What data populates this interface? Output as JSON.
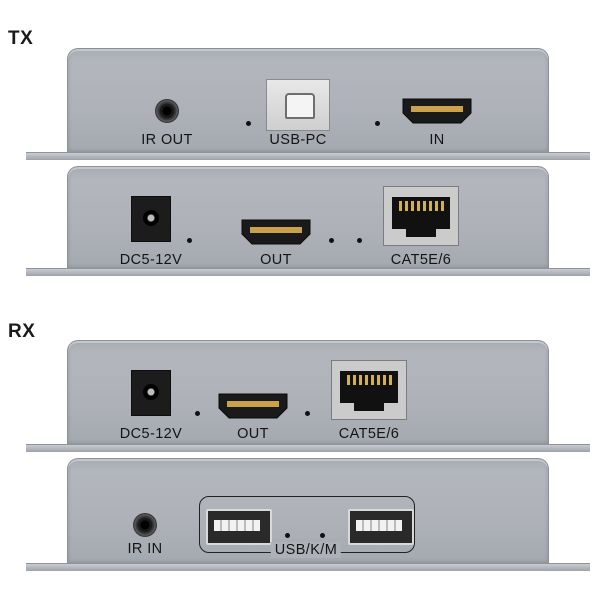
{
  "tx": {
    "title": "TX",
    "top_panel": {
      "ir_out": "IR OUT",
      "usb_pc": "USB-PC",
      "in": "IN"
    },
    "bottom_panel": {
      "dc": "DC5-12V",
      "out": "OUT",
      "cat": "CAT5E/6"
    }
  },
  "rx": {
    "title": "RX",
    "top_panel": {
      "dc": "DC5-12V",
      "out": "OUT",
      "cat": "CAT5E/6"
    },
    "bottom_panel": {
      "ir_in": "IR IN",
      "usb": "USB/K/M"
    }
  },
  "colors": {
    "panel": "#aeb2b8",
    "flange": "#b8bcc2",
    "label": "#141414"
  },
  "icons": [
    "audio-jack-icon",
    "dc-barrel-jack-icon",
    "hdmi-port-icon",
    "usb-b-port-icon",
    "rj45-port-icon",
    "usb-a-port-icon"
  ]
}
